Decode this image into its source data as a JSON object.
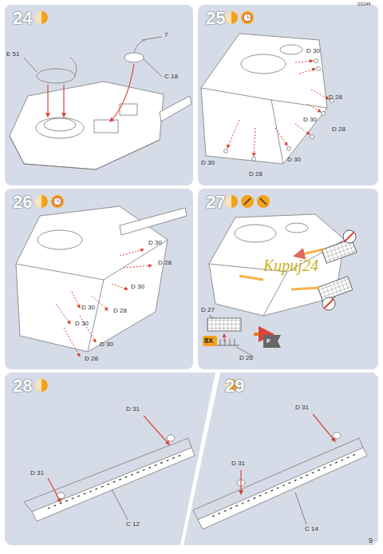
{
  "diagram": {
    "nodes": [
      {
        "text": [
          "24"
        ]
      },
      {
        "text": [
          "25"
        ]
      },
      {
        "text": [
          "26"
        ]
      },
      {
        "text": [
          "27"
        ]
      },
      {
        "text": [
          "28"
        ]
      },
      {
        "text": [
          "29"
        ]
      }
    ],
    "labels": [
      "03249",
      "E 51",
      "7",
      "C 18",
      "D 30",
      "D 28",
      "D 30",
      "D 28",
      "D 30",
      "D 30",
      "D 28",
      "D 30",
      "D 28",
      "D 30",
      "D 30",
      "D 28",
      "D 30",
      "D 30",
      "D 28",
      "D 27",
      "8X",
      "F",
      "D 26",
      "Kupuj24",
      "D 31",
      "D 31",
      "C 12",
      "D 31",
      "D 31",
      "C 14",
      "9"
    ]
  }
}
